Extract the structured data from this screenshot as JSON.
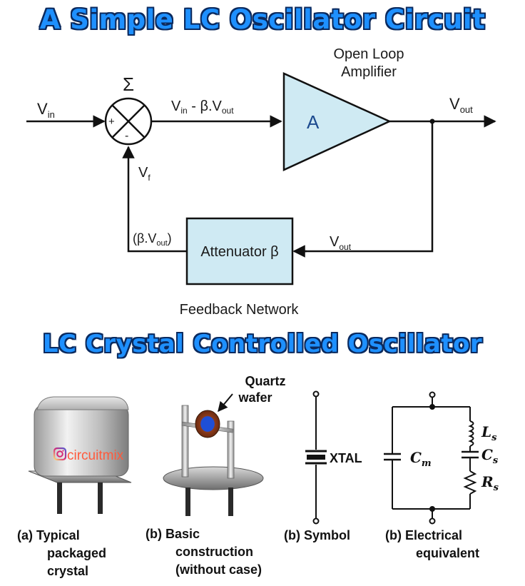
{
  "titles": {
    "main": "A Simple LC Oscillator Circuit",
    "sub": "LC Crystal Controlled Oscillator"
  },
  "block_diagram": {
    "sigma": "Σ",
    "plus": "+",
    "minus": "-",
    "vin": "V",
    "vin_sub": "in",
    "error_signal_a": "V",
    "error_signal_a_sub": "in",
    "error_signal_b": " - β.V",
    "error_signal_b_sub": "out",
    "amp_title_line1": "Open Loop",
    "amp_title_line2": "Amplifier",
    "amp_symbol": "A",
    "vout": "V",
    "vout_sub": "out",
    "vf": "V",
    "vf_sub": "f",
    "feedback_signal_a": "(β.V",
    "feedback_signal_sub": "out",
    "feedback_signal_b": ")",
    "attenuator": "Attenuator β",
    "vout_return": "V",
    "vout_return_sub": "out",
    "feedback_network": "Feedback Network"
  },
  "crystal": {
    "quartz_line1": "Quartz",
    "quartz_line2": "wafer",
    "watermark": "circuitmix",
    "xtal_label": "XTAL",
    "cm": "C",
    "cm_sub": "m",
    "ls": "L",
    "ls_sub": "s",
    "cs": "C",
    "cs_sub": "s",
    "rs": "R",
    "rs_sub": "s",
    "captions": {
      "a": [
        "(a) Typical",
        "packaged",
        "crystal"
      ],
      "b": [
        "(b) Basic",
        "construction",
        "(without case)"
      ],
      "c": [
        "(b) Symbol"
      ],
      "d": [
        "(b) Electrical",
        "equivalent"
      ]
    }
  },
  "colors": {
    "title_fill": "#1e90ff",
    "title_outline": "#0b2a5e",
    "amplifier_fill": "#cfeaf3",
    "attenuator_fill": "#cfeaf3",
    "watermark": "#ff5a3c"
  }
}
